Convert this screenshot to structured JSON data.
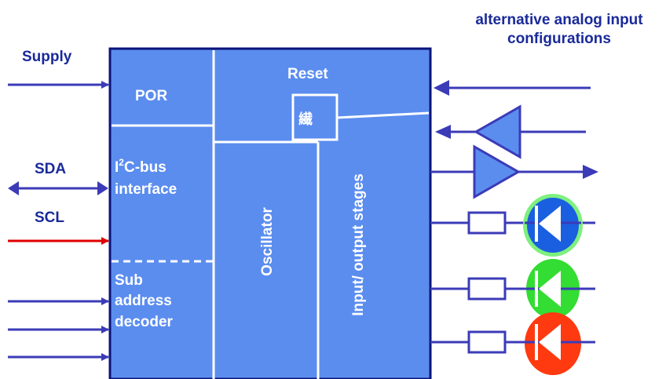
{
  "labels": {
    "supply": "Supply",
    "sda": "SDA",
    "scl": "SCL",
    "alt_line1": "alternative analog input",
    "alt_line2": "configurations"
  },
  "blocks": {
    "por": "POR",
    "reset": "Reset",
    "reset_glyph": "繊",
    "i2c_prefix": "I",
    "i2c_sup": "2",
    "i2c_rest": "C-bus",
    "i2c_line2": "interface",
    "sub_line1": "Sub",
    "sub_line2": "address",
    "sub_line3": "decoder",
    "oscillator": "Oscillator",
    "io_stages": "Input/ output stages"
  },
  "colors": {
    "chip_fill": "#5b8def",
    "chip_border": "#0b1478",
    "line": "#3b3bb8",
    "arrow_red": "#e00000",
    "led_blue": "#1a5fe0",
    "led_green": "#33dd33",
    "led_red": "#ff3a10",
    "led_ring": "#7ef07e",
    "label_dark": "#1a2a9a"
  }
}
